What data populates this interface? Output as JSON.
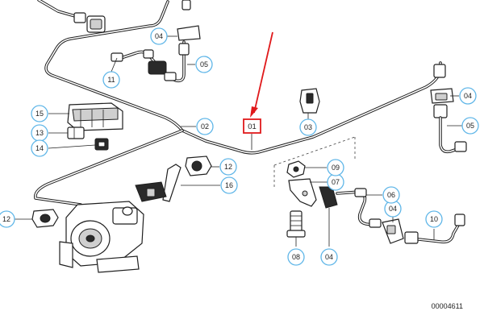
{
  "doc_number": "00004611",
  "highlighted_label": "01",
  "callouts": {
    "c02": "02",
    "c03": "03",
    "c04a": "04",
    "c04b": "04",
    "c04c": "04",
    "c04d": "04",
    "c05a": "05",
    "c05b": "05",
    "c06": "06",
    "c07": "07",
    "c08": "08",
    "c09": "09",
    "c10": "10",
    "c11": "11",
    "c12a": "12",
    "c12b": "12",
    "c13": "13",
    "c14": "14",
    "c15": "15",
    "c16": "16"
  },
  "colors": {
    "callout_ring": "#5fb6e8",
    "highlight": "#e0191b",
    "line": "#1f1f1f"
  }
}
